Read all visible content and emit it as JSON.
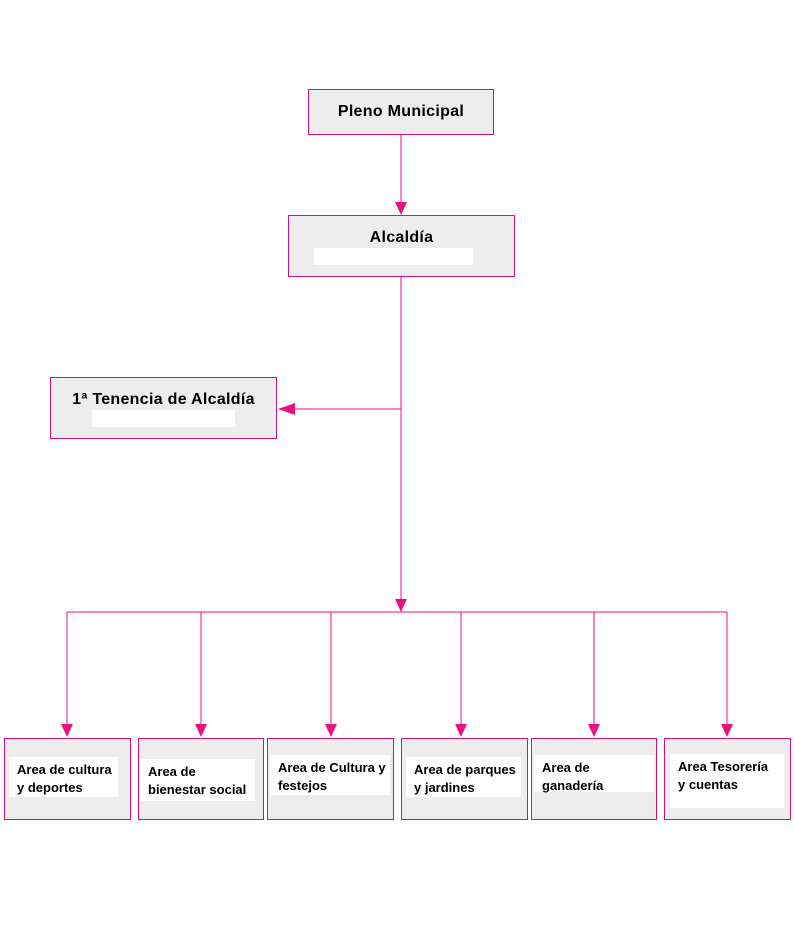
{
  "colors": {
    "connector": "#e8117f",
    "box_border": "#d4137a",
    "box_fill": "#eeeded"
  },
  "top": {
    "label": "Pleno Municipal"
  },
  "alcaldia": {
    "label": "Alcaldía"
  },
  "tenencia": {
    "label": "1ª Tenencia de Alcaldía"
  },
  "areas": [
    {
      "line1": "Area de cultura",
      "line2": "y deportes"
    },
    {
      "line1": "Area de",
      "line2": "bienestar social"
    },
    {
      "line1": "Area de Cultura y",
      "line2": "festejos"
    },
    {
      "line1": "Area de parques",
      "line2": "y jardines"
    },
    {
      "line1": "Area de",
      "line2": "ganadería"
    },
    {
      "line1": "Area Tesorería",
      "line2": "y cuentas"
    }
  ]
}
